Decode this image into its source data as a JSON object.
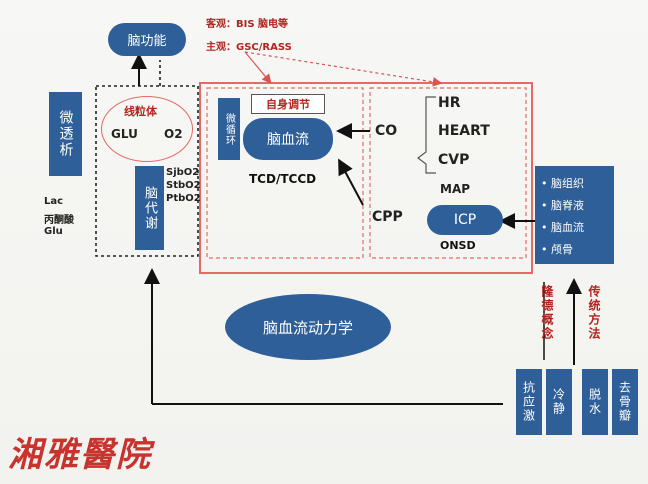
{
  "top": {
    "brain_function": "脑功能",
    "objective": "客观：BIS 脑电等",
    "subjective": "主观：GSC/RASS"
  },
  "left": {
    "microdialysis": "微透析",
    "metabolites": [
      "Lac",
      "丙酮酸",
      "Glu"
    ]
  },
  "metabolism_box": {
    "mitochondria": "线粒体",
    "glu": "GLU",
    "o2": "O2",
    "brain_metabolism": "脑代谢",
    "oxygen_lines": [
      "SjbO2",
      "StbO2",
      "PtbO2"
    ]
  },
  "hemo_box": {
    "microcirculation": "微循环",
    "autoregulation": "自身调节",
    "cbf": "脑血流",
    "tcd": "TCD/TCCD",
    "co": "CO",
    "cpp": "CPP",
    "hr": "HR",
    "heart": "HEART",
    "cvp": "CVP",
    "map": "MAP",
    "icp": "ICP",
    "onsd": "ONSD"
  },
  "right": {
    "items": [
      "脑组织",
      "脑脊液",
      "脑血流",
      "颅骨"
    ],
    "monro_kellie": "隆德概念",
    "traditional": "传统方法",
    "bottom_boxes": [
      "抗应激",
      "冷静",
      "脱水",
      "去骨瓣"
    ]
  },
  "center": {
    "cerebral_hemodynamics": "脑血流动力学"
  },
  "watermark": "湘雅醫院",
  "colors": {
    "accent_blue": "#2e5f99",
    "accent_red": "#d9534f",
    "text_red": "#b1241f"
  }
}
